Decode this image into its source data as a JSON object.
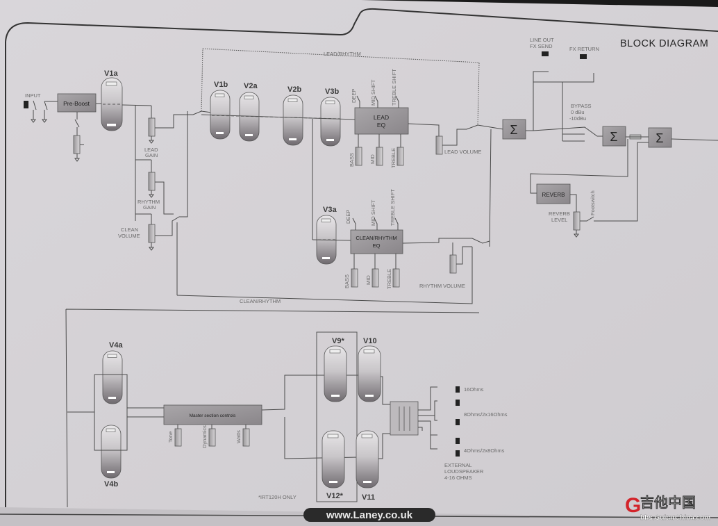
{
  "title": "BLOCK DIAGRAM",
  "footer": {
    "url": "www.Laney.co.uk",
    "note": "*IRT120H ONLY",
    "watermark_cn": "吉他中国",
    "watermark_url": "bbs.GuitarChina.com"
  },
  "input": {
    "label": "INPUT",
    "preboost": "Pre-Boost"
  },
  "tubes": {
    "v1a": "V1a",
    "v1b": "V1b",
    "v2a": "V2a",
    "v2b": "V2b",
    "v3b": "V3b",
    "v3a": "V3a",
    "v4a": "V4a",
    "v4b": "V4b",
    "v9": "V9*",
    "v10": "V10",
    "v11": "V11",
    "v12": "V12*"
  },
  "front": {
    "lead_gain": [
      "LEAD",
      "GAIN"
    ],
    "rhythm_gain": [
      "RHYTHM",
      "GAIN"
    ],
    "clean_volume": [
      "CLEAN",
      "VOLUME"
    ],
    "lead_rhythm": "LEAD/RHYTHM",
    "clean_rhythm": "CLEAN/RHYTHM"
  },
  "lead_eq": {
    "name": [
      "LEAD",
      "EQ"
    ],
    "switches": [
      "DEEP",
      "MID SHIFT",
      "TREBLE SHIFT"
    ],
    "pots": [
      "BASS",
      "MID",
      "TREBLE"
    ],
    "volume": "LEAD VOLUME"
  },
  "rhythm_eq": {
    "name": [
      "CLEAN/RHYTHM",
      "EQ"
    ],
    "switches": [
      "DEEP",
      "MID SHIFT",
      "TREBLE SHIFT"
    ],
    "pots": [
      "BASS",
      "MID",
      "TREBLE"
    ],
    "volume": "RHYTHM VOLUME"
  },
  "fx": {
    "send": [
      "LINE OUT",
      "FX SEND"
    ],
    "return": "FX RETURN",
    "bypass": [
      "BYPASS",
      "0 dBu",
      "-10dBu"
    ],
    "sum": "Σ"
  },
  "reverb": {
    "name": "REVERB",
    "level": [
      "REVERB",
      "LEVEL"
    ],
    "footswitch": "Footswitch"
  },
  "power": {
    "master": "Master section controls",
    "pots": [
      "Tone",
      "Dynamics",
      "Watts"
    ]
  },
  "speakers": {
    "taps": [
      "16Ohms",
      "8Ohms/2x16Ohms",
      "4Ohms/2x8Ohms"
    ],
    "label": [
      "EXTERNAL",
      "LOUDSPEAKER",
      "4-16 OHMS"
    ]
  }
}
